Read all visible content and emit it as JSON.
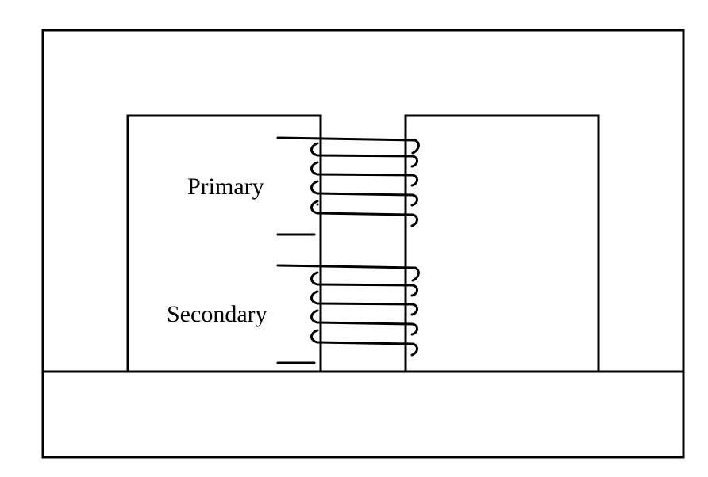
{
  "diagram": {
    "kind": "transformer-core-with-windings",
    "labels": {
      "primary": "Primary",
      "secondary": "Secondary"
    },
    "windings": {
      "primary_turns": 5,
      "secondary_turns": 5
    },
    "colors": {
      "line": "#000000",
      "background": "#ffffff"
    }
  }
}
